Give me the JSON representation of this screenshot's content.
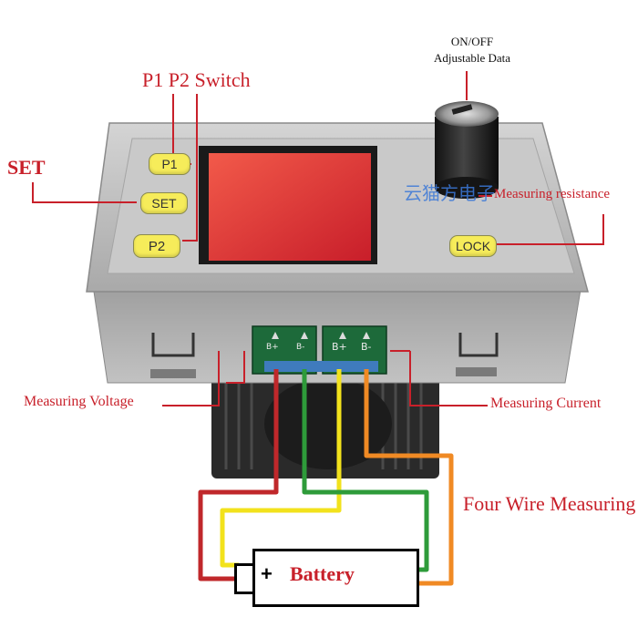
{
  "labels": {
    "set": "SET",
    "p1p2_switch": "P1 P2 Switch",
    "on_off": "ON/OFF",
    "adjustable_data": "Adjustable Data",
    "measuring_resistance": "Measuring resistance",
    "measuring_voltage": "Measuring Voltage",
    "measuring_current": "Measuring Current",
    "four_wire": "Four Wire Measuring"
  },
  "buttons": {
    "p1": "P1",
    "set": "SET",
    "p2": "P2",
    "lock": "LOCK"
  },
  "terminals": {
    "left": [
      "B+",
      "B-"
    ],
    "right": [
      "B+",
      "B-"
    ]
  },
  "battery": {
    "label": "Battery",
    "plus": "+"
  },
  "watermark": "云猫方电子",
  "colors": {
    "annotation": "#c8202a",
    "button": "#f6ec5a",
    "wire_red": "#c0282b",
    "wire_yellow": "#f2e21c",
    "wire_green": "#2e9b3a",
    "wire_orange": "#f08a24",
    "bezel": "#b9b9b9",
    "screen": "#e43c3c",
    "heatsink": "#2a2a2a"
  }
}
